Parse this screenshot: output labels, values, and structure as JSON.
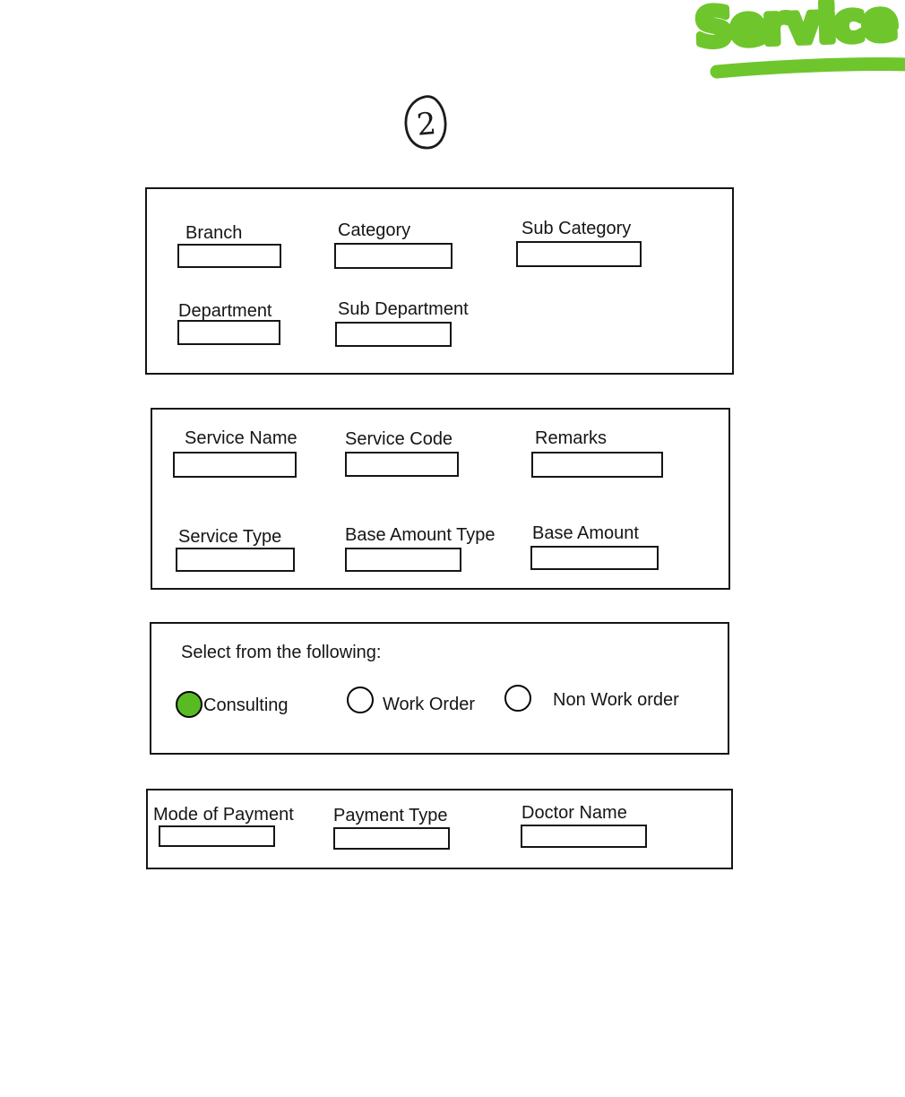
{
  "annotations": {
    "title": "Service",
    "page_number": "2"
  },
  "colors": {
    "marker_green": "#6ec62c",
    "radio_selected": "#58bb22",
    "ink": "#151515"
  },
  "sections": {
    "classification": {
      "fields": [
        {
          "label": "Branch",
          "value": ""
        },
        {
          "label": "Category",
          "value": ""
        },
        {
          "label": "Sub Category",
          "value": ""
        },
        {
          "label": "Department",
          "value": ""
        },
        {
          "label": "Sub Department",
          "value": ""
        }
      ]
    },
    "service_details": {
      "fields": [
        {
          "label": "Service Name",
          "value": ""
        },
        {
          "label": "Service Code",
          "value": ""
        },
        {
          "label": "Remarks",
          "value": ""
        },
        {
          "label": "Service Type",
          "value": ""
        },
        {
          "label": "Base Amount Type",
          "value": ""
        },
        {
          "label": "Base Amount",
          "value": ""
        }
      ]
    },
    "service_kind": {
      "prompt": "Select from the following:",
      "options": [
        {
          "label": "Consulting",
          "selected": true
        },
        {
          "label": "Work Order",
          "selected": false
        },
        {
          "label": "Non Work order",
          "selected": false
        }
      ]
    },
    "payment": {
      "fields": [
        {
          "label": "Mode of Payment",
          "value": ""
        },
        {
          "label": "Payment Type",
          "value": ""
        },
        {
          "label": "Doctor Name",
          "value": ""
        }
      ]
    }
  }
}
